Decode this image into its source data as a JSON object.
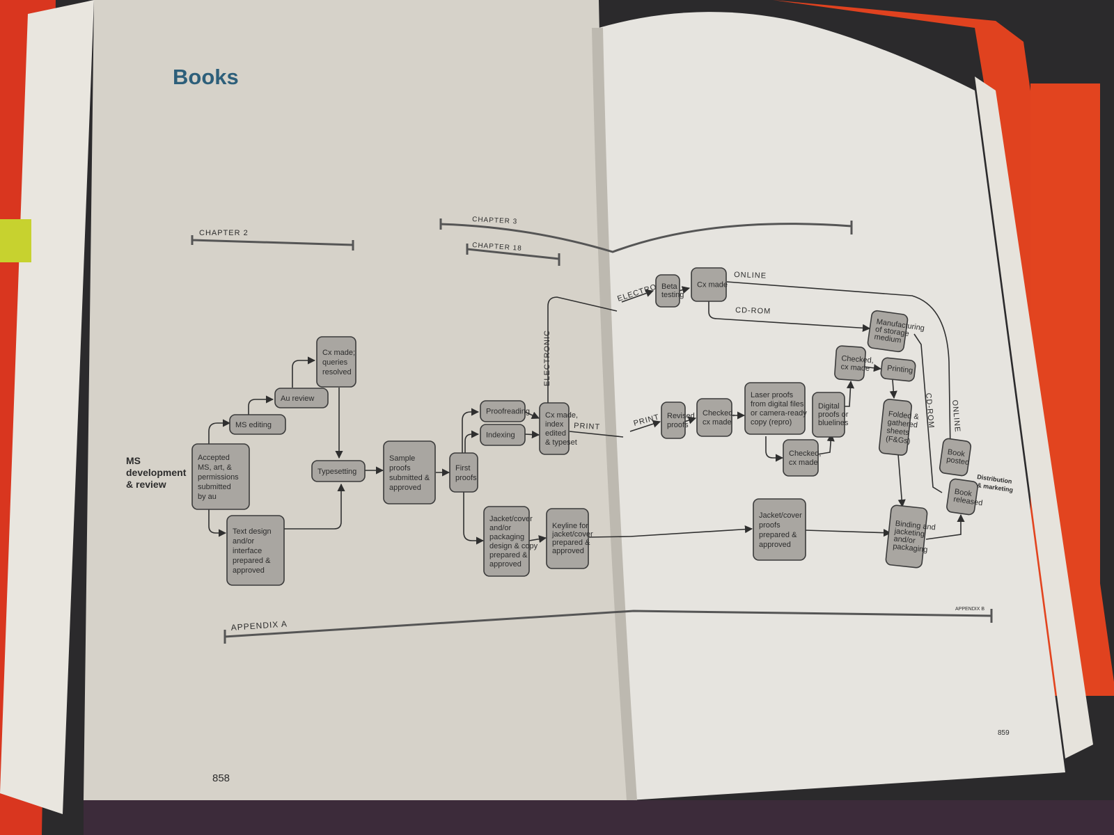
{
  "page": {
    "title": "Books",
    "left_page_number": "858",
    "right_page_number": "859"
  },
  "brackets": {
    "chapter2": "CHAPTER 2",
    "chapter3": "CHAPTER 3",
    "chapter18": "CHAPTER 18",
    "appendix_a": "APPENDIX A",
    "appendix_b": "APPENDIX B"
  },
  "start_label": [
    "MS",
    "development",
    "& review"
  ],
  "end_label": [
    "Distribution",
    "& marketing"
  ],
  "path_labels": {
    "electronic_vertical": "ELECTRONIC",
    "print_left": "PRINT",
    "electronic_right": "ELECTRONIC",
    "online": "ONLINE",
    "cdrom": "CD-ROM",
    "print_right": "PRINT",
    "cdrom_vertical": "CD-ROM",
    "online_vertical": "ONLINE"
  },
  "nodes": {
    "accepted": [
      "Accepted",
      "MS, art, &",
      "permissions",
      "submitted",
      "by au"
    ],
    "ms_editing": [
      "MS editing"
    ],
    "au_review": [
      "Au review"
    ],
    "cx_queries": [
      "Cx made;",
      "queries",
      "resolved"
    ],
    "typesetting": [
      "Typesetting"
    ],
    "text_design": [
      "Text design",
      "and/or",
      "interface",
      "prepared &",
      "approved"
    ],
    "sample_proofs": [
      "Sample",
      "proofs",
      "submitted &",
      "approved"
    ],
    "first_proofs": [
      "First",
      "proofs"
    ],
    "proofreading": [
      "Proofreading"
    ],
    "indexing": [
      "Indexing"
    ],
    "cx_index": [
      "Cx made,",
      "index",
      "edited",
      "& typeset"
    ],
    "jacket_design": [
      "Jacket/cover",
      "and/or",
      "packaging",
      "design & copy",
      "prepared &",
      "approved"
    ],
    "keyline": [
      "Keyline for",
      "jacket/cover",
      "prepared &",
      "approved"
    ],
    "beta_testing": [
      "Beta",
      "testing"
    ],
    "cx_made_online": [
      "Cx made"
    ],
    "manufacturing": [
      "Manufacturing",
      "of storage",
      "medium"
    ],
    "revised_proofs": [
      "Revised",
      "proofs"
    ],
    "checked_cx_1": [
      "Checked,",
      "cx made"
    ],
    "laser_proofs": [
      "Laser proofs",
      "from digital files",
      "or camera-ready",
      "copy (repro)"
    ],
    "digital_proofs": [
      "Digital",
      "proofs or",
      "bluelines"
    ],
    "checked_cx_2": [
      "Checked,",
      "cx made"
    ],
    "checked_cx_3": [
      "Checked,",
      "cx made"
    ],
    "printing": [
      "Printing"
    ],
    "folded": [
      "Folded &",
      "gathered",
      "sheets",
      "(F&Gs)"
    ],
    "book_posted": [
      "Book",
      "posted"
    ],
    "book_released": [
      "Book",
      "released"
    ],
    "jacket_proofs": [
      "Jacket/cover",
      "proofs",
      "prepared &",
      "approved"
    ],
    "binding": [
      "Binding and",
      "jacketing",
      "and/or",
      "packaging"
    ]
  }
}
